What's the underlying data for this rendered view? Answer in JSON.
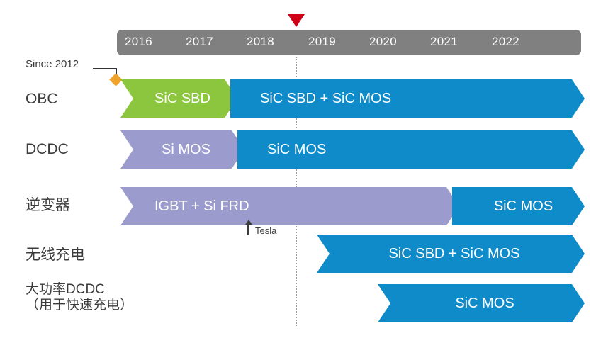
{
  "timeline": {
    "years": [
      "2016",
      "2017",
      "2018",
      "2019",
      "2020",
      "2021",
      "2022"
    ],
    "bar_color": "#808080",
    "marker_color": "#d00017",
    "marker_name": "current-time-marker"
  },
  "annotations": {
    "since": "Since 2012",
    "since_marker_color": "#f0a32a",
    "tesla": "Tesla"
  },
  "colors": {
    "green": "#8cc63e",
    "blue": "#108bc9",
    "purple": "#9b9ccd",
    "gray": "#808080",
    "text_dark": "#3c3c3c"
  },
  "rows": [
    {
      "label": "OBC",
      "label_style": "latin",
      "segments": [
        {
          "text": "SiC SBD",
          "color": "#8cc63e",
          "shape": "chevron"
        },
        {
          "text": "SiC SBD + SiC MOS",
          "color": "#108bc9",
          "shape": "head"
        }
      ]
    },
    {
      "label": "DCDC",
      "label_style": "latin",
      "segments": [
        {
          "text": "Si MOS",
          "color": "#9b9ccd",
          "shape": "chevron"
        },
        {
          "text": "SiC MOS",
          "color": "#108bc9",
          "shape": "head"
        }
      ]
    },
    {
      "label": "逆变器",
      "label_style": "cjk",
      "segments": [
        {
          "text": "IGBT + Si FRD",
          "color": "#9b9ccd",
          "shape": "chevron"
        },
        {
          "text": "SiC MOS",
          "color": "#108bc9",
          "shape": "head"
        }
      ]
    },
    {
      "label": "无线充电",
      "label_style": "cjk",
      "segments": [
        {
          "text": "SiC SBD + SiC MOS",
          "color": "#108bc9",
          "shape": "chevron"
        }
      ]
    },
    {
      "label": "大功率DCDC\n（用于快速充电）",
      "label_style": "cjk-small",
      "segments": [
        {
          "text": "SiC MOS",
          "color": "#108bc9",
          "shape": "chevron"
        }
      ]
    }
  ]
}
